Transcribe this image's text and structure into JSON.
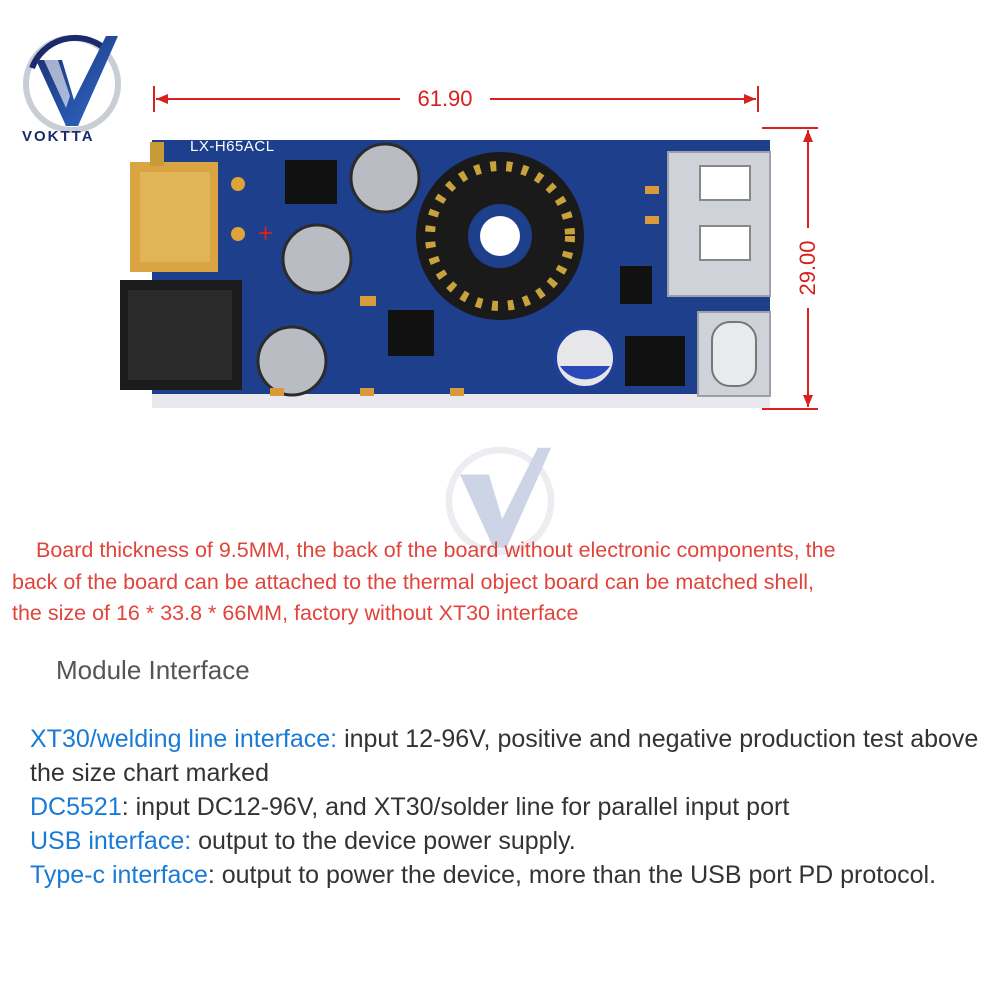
{
  "brand": {
    "name": "VOKTTA"
  },
  "dimensions": {
    "width": "61.90",
    "height": "29.00"
  },
  "board": {
    "label": "LX-H65ACL"
  },
  "note": {
    "lines": [
      "Board thickness of 9.5MM, the back of the board without electronic components, the",
      "back of the board can be attached to the thermal object board can be matched shell,",
      "the size of 16 * 33.8 * 66MM, factory without XT30 interface"
    ]
  },
  "section_title": "Module Interface",
  "interfaces": [
    {
      "key": "XT30/welding line interface:",
      "value": " input 12-96V, positive and negative production test above the size chart marked"
    },
    {
      "key": "DC5521",
      "value": ": input DC12-96V, and XT30/solder line for parallel input port"
    },
    {
      "key": "USB interface:",
      "value": " output to the device power supply."
    },
    {
      "key": "Type-c interface",
      "value": ": output to power the device, more than the USB port PD protocol."
    }
  ],
  "colors": {
    "accent_red": "#d9201f",
    "note_red": "#e0443b",
    "key_blue": "#1a7bd6",
    "board_blue": "#1e3f8c"
  }
}
